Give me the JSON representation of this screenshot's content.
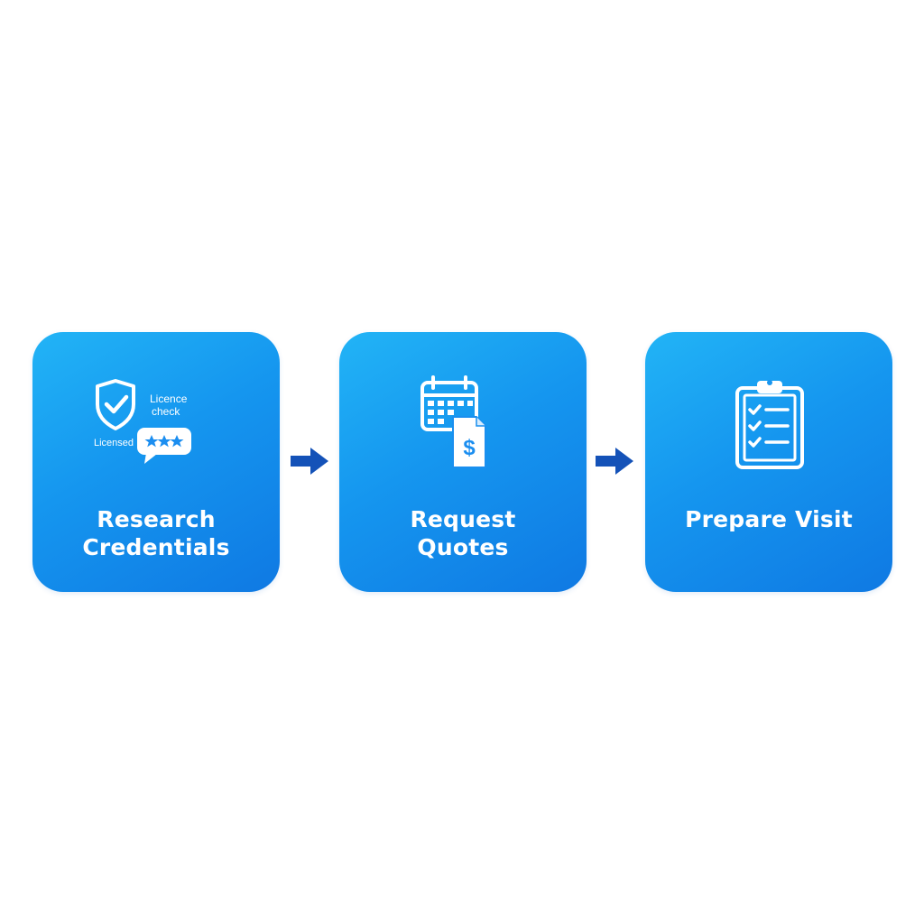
{
  "colors": {
    "card_gradient_start": "#22b4f6",
    "card_gradient_end": "#0f79e3",
    "arrow": "#1452b8",
    "text": "#ffffff"
  },
  "steps": [
    {
      "line1": "Research",
      "line2": "Credentials",
      "icon": "shield-check-review-icon",
      "icon_text": {
        "badge_line1": "Licence",
        "badge_line2": "check",
        "bubble_label": "Licensed"
      }
    },
    {
      "line1": "Request",
      "line2": "Quotes",
      "icon": "calendar-invoice-icon",
      "icon_text": {
        "invoice_symbol": "$"
      }
    },
    {
      "line1": "Prepare Visit",
      "icon": "clipboard-checklist-icon"
    }
  ],
  "connectors": [
    {
      "icon": "arrow-right-icon"
    },
    {
      "icon": "arrow-right-icon"
    }
  ]
}
